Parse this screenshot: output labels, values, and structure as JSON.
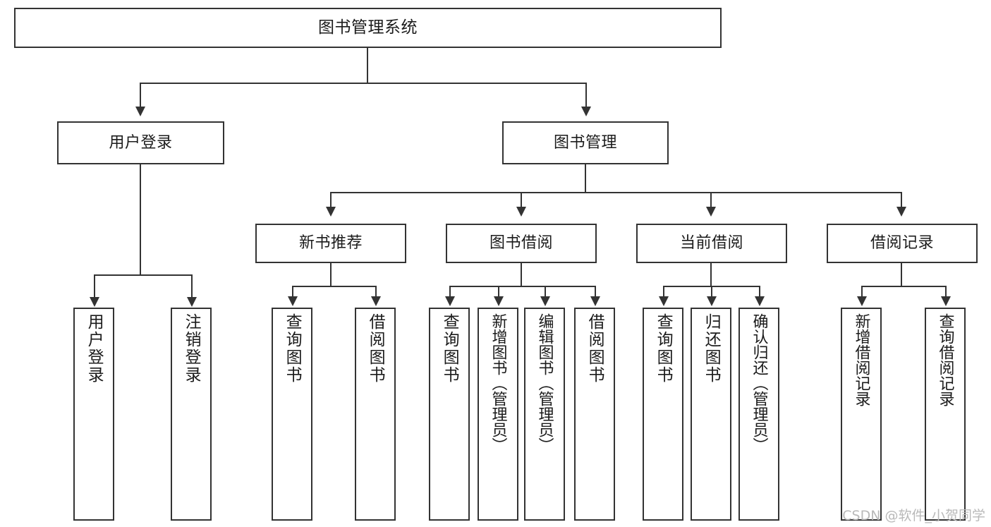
{
  "diagram": {
    "type": "tree",
    "title": "图书管理系统",
    "orientation": "top-down",
    "colors": {
      "stroke": "#333333",
      "fill": "#ffffff",
      "text": "#1b1b1b",
      "watermark": "#b9b9b9"
    },
    "root": {
      "id": "root",
      "label": "图书管理系统"
    },
    "level1": [
      {
        "id": "user-login",
        "label": "用户登录"
      },
      {
        "id": "book-manage",
        "label": "图书管理"
      }
    ],
    "level2": [
      {
        "id": "new-book-recommend",
        "label": "新书推荐",
        "parent": "book-manage"
      },
      {
        "id": "book-borrow",
        "label": "图书借阅",
        "parent": "book-manage"
      },
      {
        "id": "current-borrow",
        "label": "当前借阅",
        "parent": "book-manage"
      },
      {
        "id": "borrow-record",
        "label": "借阅记录",
        "parent": "book-manage"
      }
    ],
    "leaves": [
      {
        "id": "leaf-user-login",
        "label": "用户登录",
        "parent": "user-login"
      },
      {
        "id": "leaf-user-logout",
        "label": "注销登录",
        "parent": "user-login"
      },
      {
        "id": "leaf-query-book-1",
        "label": "查询图书",
        "parent": "new-book-recommend"
      },
      {
        "id": "leaf-borrow-book-1",
        "label": "借阅图书",
        "parent": "new-book-recommend"
      },
      {
        "id": "leaf-query-book-2",
        "label": "查询图书",
        "parent": "book-borrow"
      },
      {
        "id": "leaf-add-book",
        "label": "新增图书（管理员）",
        "parent": "book-borrow"
      },
      {
        "id": "leaf-edit-book",
        "label": "编辑图书（管理员）",
        "parent": "book-borrow"
      },
      {
        "id": "leaf-borrow-book-2",
        "label": "借阅图书",
        "parent": "book-borrow"
      },
      {
        "id": "leaf-query-book-3",
        "label": "查询图书",
        "parent": "current-borrow"
      },
      {
        "id": "leaf-return-book",
        "label": "归还图书",
        "parent": "current-borrow"
      },
      {
        "id": "leaf-confirm-return",
        "label": "确认归还（管理员）",
        "parent": "current-borrow"
      },
      {
        "id": "leaf-add-record",
        "label": "新增借阅记录",
        "parent": "borrow-record"
      },
      {
        "id": "leaf-query-record",
        "label": "查询借阅记录",
        "parent": "borrow-record"
      }
    ]
  },
  "watermark": {
    "text": "CSDN @软件_小贺同学"
  }
}
